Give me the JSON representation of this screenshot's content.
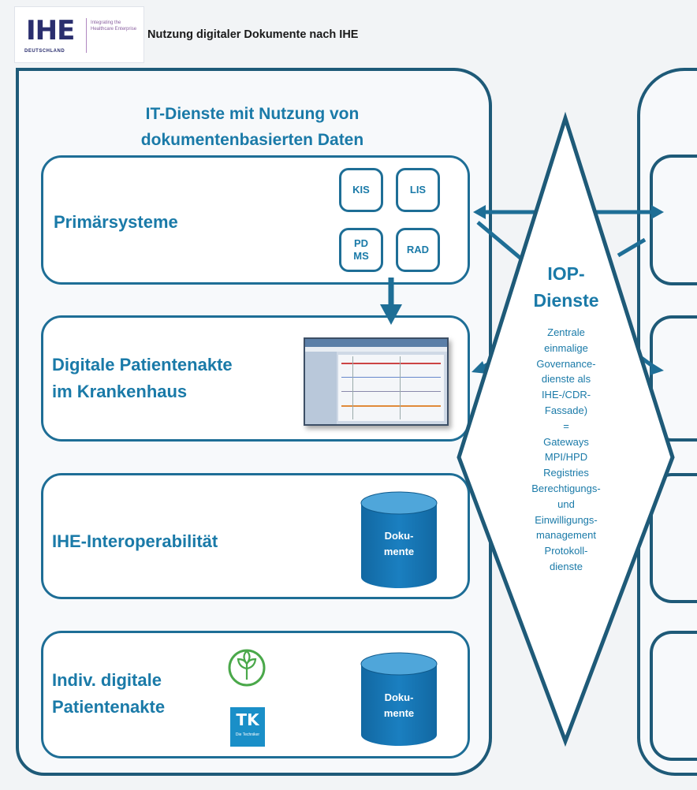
{
  "header": {
    "logo_text": "IHE",
    "logo_subtitle": "DEUTSCHLAND",
    "logo_tagline": "Integrating the Healthcare Enterprise",
    "title": "Nutzung digitaler Dokumente nach IHE"
  },
  "left_panel": {
    "heading_line1": "IT-Dienste mit Nutzung von",
    "heading_line2": "dokumentenbasierten Daten",
    "boxes": [
      {
        "title": "Primärsysteme"
      },
      {
        "title_line1": "Digitale Patientenakte",
        "title_line2": "im Krankenhaus"
      },
      {
        "title": "IHE-Interoperabilität"
      },
      {
        "title_line1": "Indiv. digitale",
        "title_line2": "Patientenakte"
      }
    ],
    "systems": [
      {
        "label": "KIS"
      },
      {
        "label": "LIS"
      },
      {
        "label_line1": "PD",
        "label_line2": "MS"
      },
      {
        "label": "RAD"
      }
    ],
    "db1": {
      "line1": "Doku-",
      "line2": "mente"
    },
    "db2": {
      "line1": "Doku-",
      "line2": "mente"
    },
    "tk_logo_text": "TK",
    "tk_logo_sub": "Die Techniker"
  },
  "iop": {
    "title_line1": "IOP-",
    "title_line2": "Dienste",
    "lines": [
      "Zentrale",
      "einmalige",
      "Governance-",
      "dienste als",
      "IHE-/CDR-",
      "Fassade)",
      "=",
      "Gateways",
      "MPI/HPD",
      "Registries",
      "Berechtigungs-",
      "und",
      "Einwilligungs-",
      "management",
      "Protokoll-",
      "dienste"
    ]
  },
  "colors": {
    "primary": "#1a7aa8",
    "border": "#1e5a78",
    "db_fill": "#1574b0",
    "aok_green": "#4aa84a"
  }
}
